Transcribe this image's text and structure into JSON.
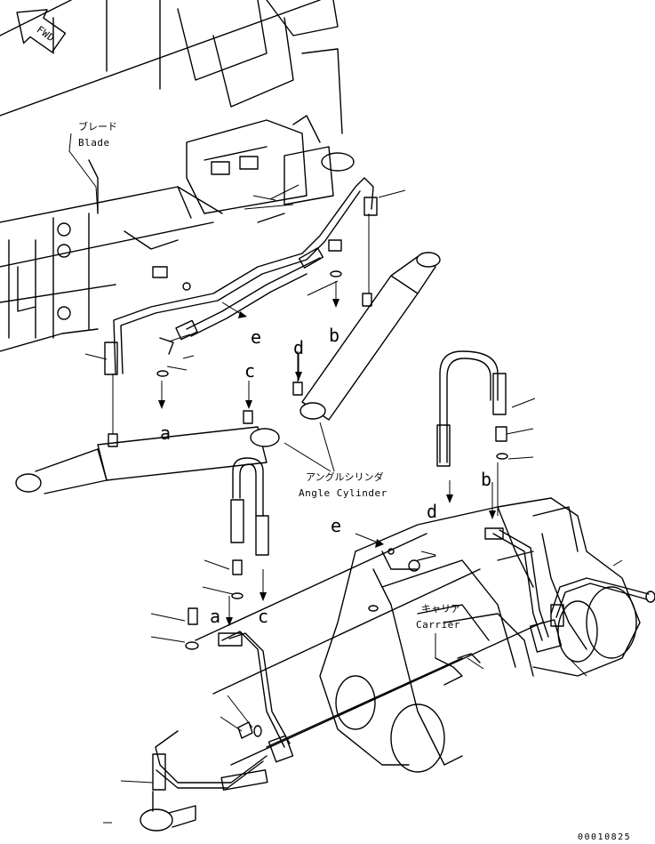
{
  "fwd_label": "FWD",
  "blade": {
    "jp": "ブレード",
    "en": "Blade"
  },
  "angle_cylinder": {
    "jp": "アングルシリンダ",
    "en": "Angle Cylinder"
  },
  "carrier": {
    "jp": "キャリア",
    "en": "Carrier"
  },
  "connection_letters": {
    "a1": "a",
    "a2": "a",
    "b1": "b",
    "b2": "b",
    "c1": "c",
    "c2": "c",
    "d1": "d",
    "d2": "d",
    "e1": "e",
    "e2": "e"
  },
  "drawing_code": "00010825"
}
